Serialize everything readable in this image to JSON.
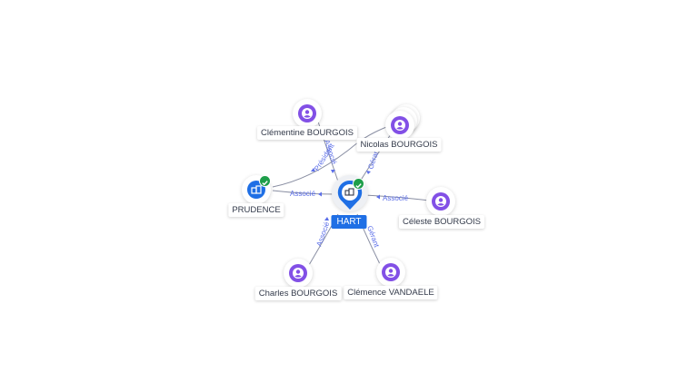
{
  "graph": {
    "center": {
      "label": "HART",
      "icon": "company-icon",
      "verified": true
    },
    "company": {
      "label": "PRUDENCE",
      "icon": "company-icon",
      "verified": true
    },
    "people": [
      {
        "label": "Clémentine BOURGOIS",
        "icon": "person-icon"
      },
      {
        "label": "Nicolas BOURGOIS",
        "icon": "person-icon"
      },
      {
        "label": "Céleste BOURGOIS",
        "icon": "person-icon"
      },
      {
        "label": "Charles BOURGOIS",
        "icon": "person-icon"
      },
      {
        "label": "Clémence VANDAELE",
        "icon": "person-icon"
      }
    ],
    "edge_labels": {
      "prudence_hart": "Associé",
      "prudence_person": "Président",
      "clementine_hart": "Associé",
      "nicolas_hart": "Gérant",
      "celeste_hart": "Associé",
      "charles_hart": "Associé",
      "clemence_hart": "Gérant"
    },
    "colors": {
      "edge": "#5a5f73",
      "edge_label": "#5b6ee8",
      "person": "#8250e6",
      "company": "#1f6fe5",
      "check": "#1e9e4a"
    }
  }
}
